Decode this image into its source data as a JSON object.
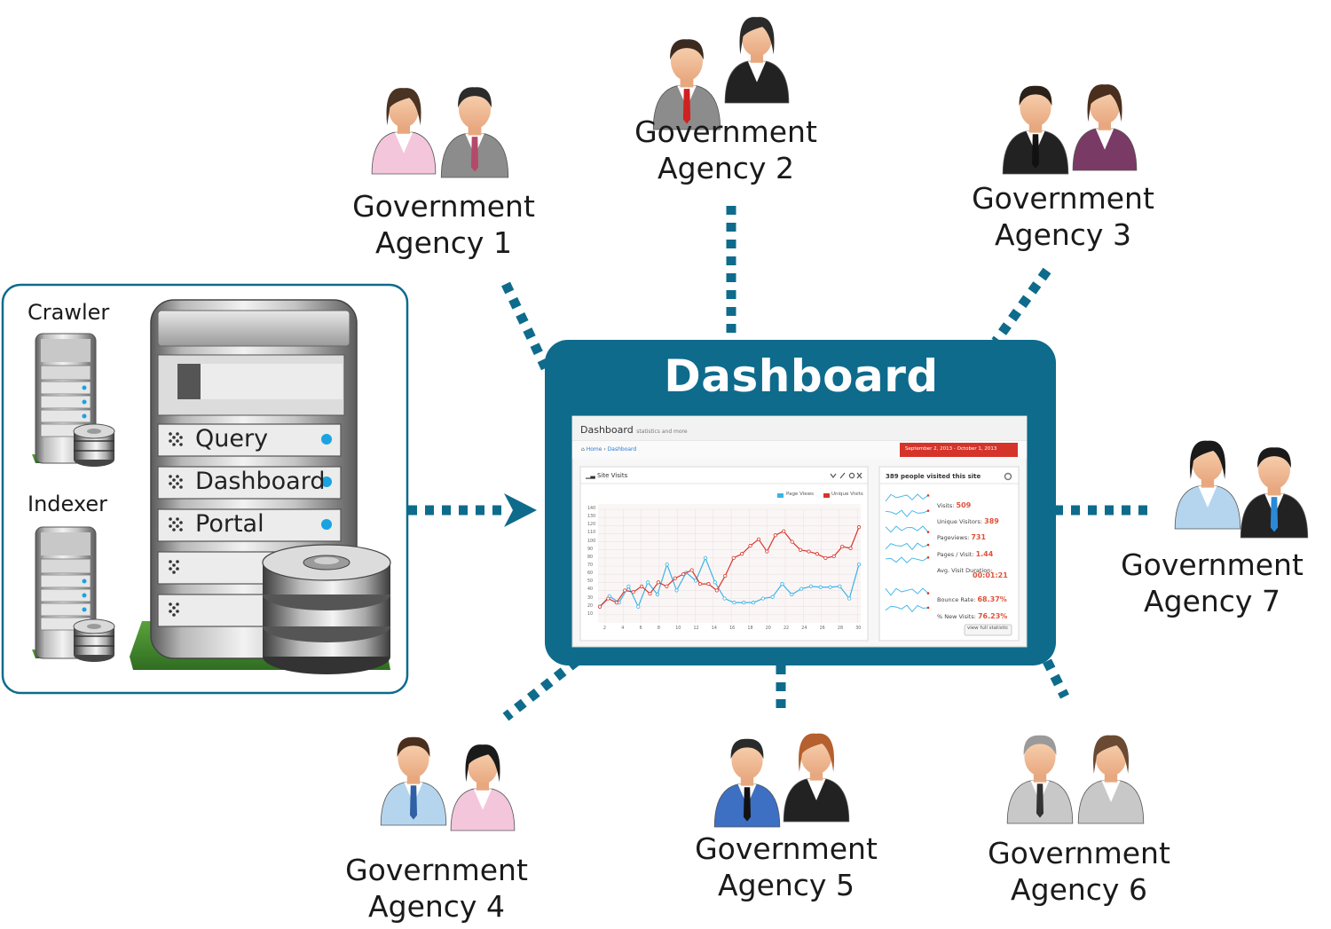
{
  "dashboard": {
    "title": "Dashboard"
  },
  "servers": {
    "crawler_label": "Crawler",
    "indexer_label": "Indexer",
    "slots": [
      "Query",
      "Dashboard",
      "Portal"
    ]
  },
  "agencies": [
    {
      "line1": "Government",
      "line2": "Agency 1"
    },
    {
      "line1": "Government",
      "line2": "Agency 2"
    },
    {
      "line1": "Government",
      "line2": "Agency 3"
    },
    {
      "line1": "Government",
      "line2": "Agency 4"
    },
    {
      "line1": "Government",
      "line2": "Agency 5"
    },
    {
      "line1": "Government",
      "line2": "Agency 6"
    },
    {
      "line1": "Government",
      "line2": "Agency 7"
    }
  ],
  "screen": {
    "header_title": "Dashboard",
    "header_sub": "statistics and more",
    "breadcrumb_home": "Home",
    "breadcrumb_current": "Dashboard",
    "date_range": "September 2, 2013 - October 1, 2013",
    "panel_title": "Site Visits",
    "legend_page_views": "Page Views",
    "legend_unique_visits": "Unique Visits",
    "stats_title": "389 people visited this site",
    "stats": [
      {
        "label": "Visits:",
        "value": "509"
      },
      {
        "label": "Unique Visitors:",
        "value": "389"
      },
      {
        "label": "Pageviews:",
        "value": "731"
      },
      {
        "label": "Pages / Visit:",
        "value": "1.44"
      },
      {
        "label": "Avg. Visit Duration:",
        "value": "00:01:21"
      },
      {
        "label": "Bounce Rate:",
        "value": "68.37%"
      },
      {
        "label": "% New Visits:",
        "value": "76.23%"
      }
    ],
    "view_full": "view full statistic",
    "y_ticks": [
      "140",
      "130",
      "120",
      "110",
      "100",
      "90",
      "80",
      "70",
      "60",
      "50",
      "40",
      "30",
      "20",
      "10"
    ],
    "x_ticks": [
      "2",
      "4",
      "6",
      "8",
      "10",
      "12",
      "14",
      "16",
      "18",
      "20",
      "22",
      "24",
      "26",
      "28",
      "30"
    ]
  },
  "chart_data": {
    "type": "line",
    "x": [
      1,
      2,
      3,
      4,
      5,
      6,
      7,
      8,
      9,
      10,
      11,
      12,
      13,
      14,
      15,
      16,
      17,
      18,
      19,
      20,
      21,
      22,
      23,
      24,
      25,
      26,
      27,
      28,
      29,
      30
    ],
    "ylim": [
      0,
      140
    ],
    "series": [
      {
        "name": "Page Views",
        "values": [
          20,
          33,
          25,
          45,
          20,
          50,
          35,
          72,
          40,
          62,
          52,
          80,
          50,
          30,
          25,
          25,
          25,
          30,
          32,
          48,
          35,
          42,
          45,
          44,
          44,
          45,
          30,
          72
        ]
      },
      {
        "name": "Unique Visits",
        "values": [
          20,
          30,
          25,
          40,
          38,
          45,
          36,
          50,
          45,
          55,
          60,
          65,
          48,
          48,
          40,
          58,
          80,
          85,
          95,
          103,
          88,
          108,
          113,
          100,
          90,
          88,
          85,
          80,
          82,
          94,
          92,
          118
        ]
      }
    ],
    "colors": {
      "Page Views": "#3ab3e6",
      "Unique Visits": "#d6362b"
    }
  }
}
